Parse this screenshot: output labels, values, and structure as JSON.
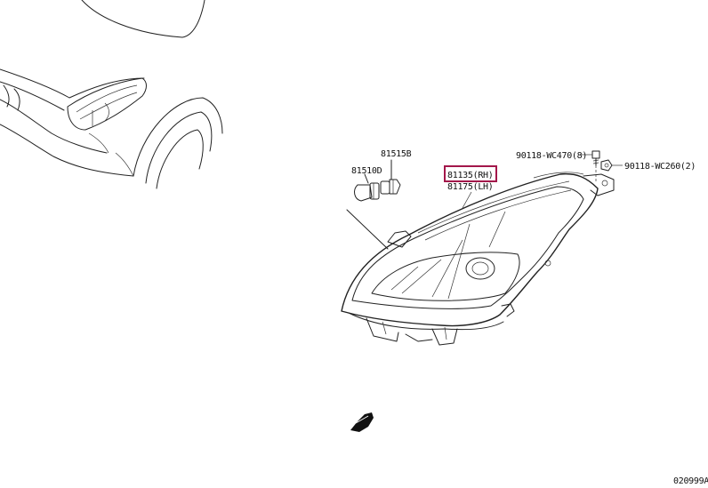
{
  "diagram": {
    "callouts": {
      "p81515b": "81515B",
      "p81510d": "81510D",
      "p81135rh": "81135(RH)",
      "p81175lh": "81175(LH)",
      "p90118_wc470": "90118-WC470(8)",
      "p90118_wc260": "90118-WC260(2)"
    },
    "figure_code": "020999A",
    "highlight_color": "#a3174a"
  }
}
